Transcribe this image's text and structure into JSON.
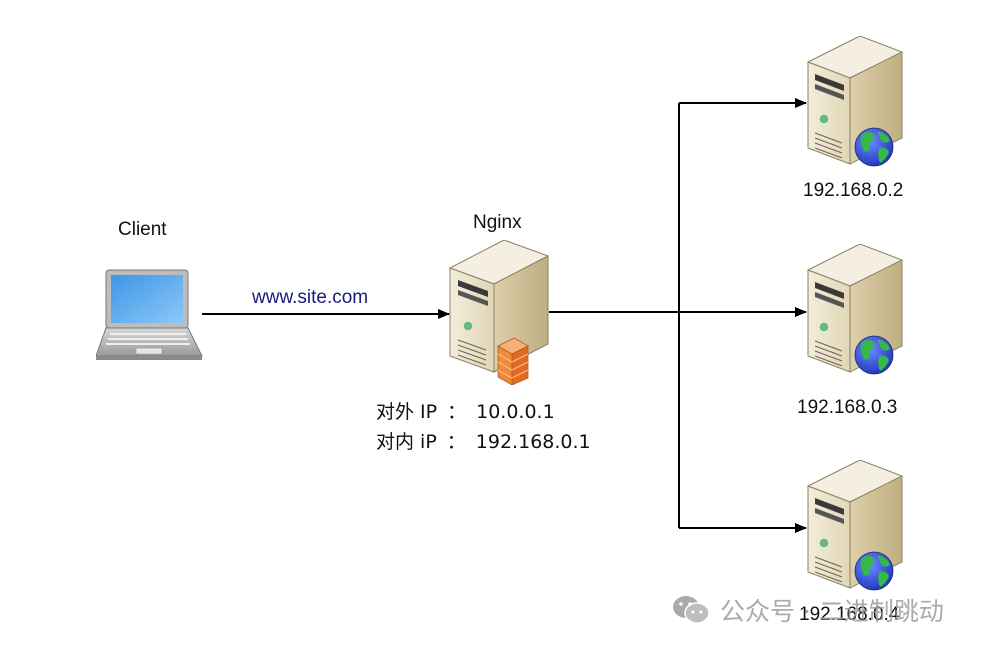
{
  "diagram": {
    "title": "Nginx reverse proxy / load balancing topology",
    "client": {
      "label": "Client",
      "icon": "laptop-icon"
    },
    "request": {
      "label": "www.site.com",
      "color": "#1a1a7a"
    },
    "proxy": {
      "label": "Nginx",
      "icon": "server-firewall-icon",
      "external_ip_label": "对外 IP",
      "external_ip": "10.0.0.1",
      "internal_ip_label": "对内 iP",
      "internal_ip": "192.168.0.1",
      "separator": "："
    },
    "backends": [
      {
        "label": "192.168.0.2",
        "icon": "web-server-icon"
      },
      {
        "label": "192.168.0.3",
        "icon": "web-server-icon"
      },
      {
        "label": "192.168.0.4",
        "icon": "web-server-icon"
      }
    ],
    "edges": [
      {
        "from": "Client",
        "to": "Nginx",
        "label": "www.site.com"
      },
      {
        "from": "Nginx",
        "to": "192.168.0.2"
      },
      {
        "from": "Nginx",
        "to": "192.168.0.3"
      },
      {
        "from": "Nginx",
        "to": "192.168.0.4"
      }
    ]
  },
  "watermark": {
    "text": "公众号 · 二进制跳动",
    "icon": "wechat-icon",
    "color": "#9c9c9c"
  },
  "colors": {
    "line": "#000000",
    "server_body": "#e8dfc4",
    "server_side": "#cbbd97",
    "firewall": "#f08a3a",
    "globe_ocean": "#2a4fd6",
    "globe_land": "#35b84a",
    "laptop_screen": "#5aaef0"
  }
}
